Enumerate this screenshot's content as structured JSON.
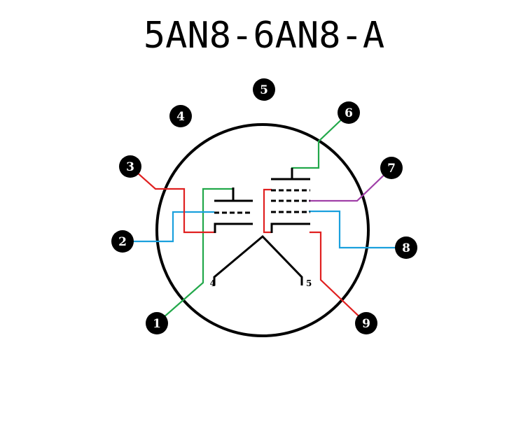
{
  "title": "5AN8-6AN8-A",
  "pins": [
    {
      "id": "pin-1",
      "label": "1"
    },
    {
      "id": "pin-2",
      "label": "2"
    },
    {
      "id": "pin-3",
      "label": "3"
    },
    {
      "id": "pin-4",
      "label": "4"
    },
    {
      "id": "pin-5",
      "label": "5"
    },
    {
      "id": "pin-6",
      "label": "6"
    },
    {
      "id": "pin-7",
      "label": "7"
    },
    {
      "id": "pin-8",
      "label": "8"
    },
    {
      "id": "pin-9",
      "label": "9"
    }
  ],
  "heater_labels": {
    "left": "4",
    "right": "5"
  },
  "colors": {
    "red": "#e02020",
    "blue": "#1aa0dd",
    "green": "#22a84a",
    "purple": "#a040a8",
    "black": "#000000"
  }
}
